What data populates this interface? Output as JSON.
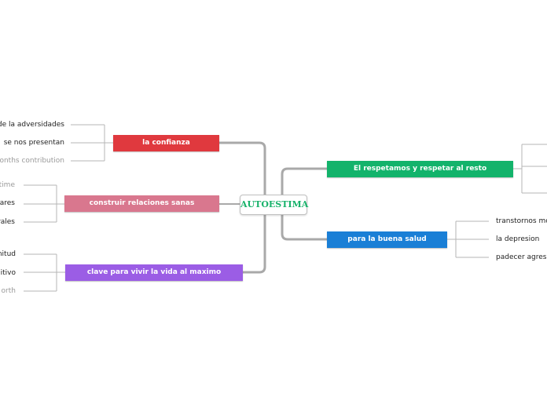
{
  "diagram": {
    "central_topic": "AUTOESTIMA",
    "colors": {
      "central_text": "#17b26a",
      "connector": "#a9a9a9",
      "leaf_line": "#b5b5b5"
    },
    "branches": [
      {
        "id": "confianza",
        "label": "la confianza",
        "color": "#e0393e",
        "children": [
          {
            "text": "de la adversidades",
            "muted": false
          },
          {
            "text": "se nos presentan",
            "muted": false
          },
          {
            "text": "onths contribution",
            "muted": true
          }
        ]
      },
      {
        "id": "relaciones",
        "label": "construir relaciones sanas",
        "color": "#d9778e",
        "children": [
          {
            "text": "time",
            "muted": true
          },
          {
            "text": "ares",
            "muted": false
          },
          {
            "text": "rales",
            "muted": false
          }
        ]
      },
      {
        "id": "clave",
        "label": "clave para vivir la vida al maximo",
        "color": "#9b5de5",
        "children": [
          {
            "text": "nitud",
            "muted": false
          },
          {
            "text": "itivo",
            "muted": false
          },
          {
            "text": "orth",
            "muted": true
          }
        ]
      },
      {
        "id": "respetamos",
        "label": "El respetamos y respetar al resto",
        "color": "#13b36b",
        "children": []
      },
      {
        "id": "salud",
        "label": "para la buena salud",
        "color": "#1a7fd6",
        "children": [
          {
            "text": "transtornos mo",
            "muted": false
          },
          {
            "text": "la depresion",
            "muted": false
          },
          {
            "text": "padecer agres",
            "muted": false
          }
        ]
      }
    ]
  }
}
